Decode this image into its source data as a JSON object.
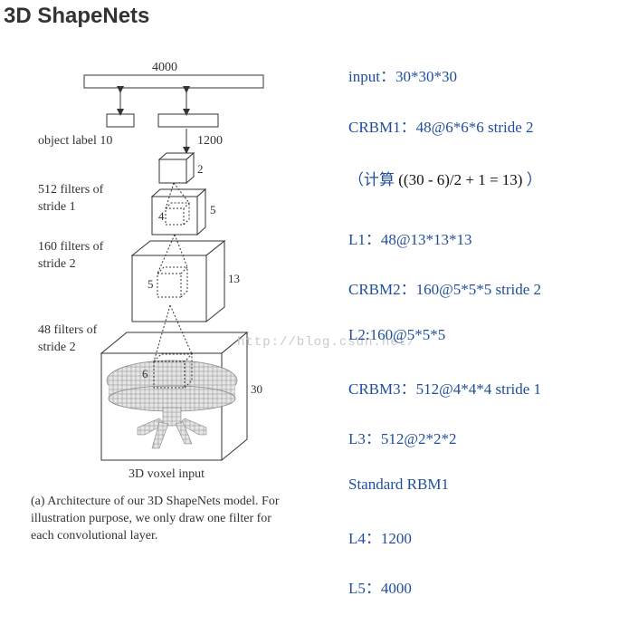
{
  "page": {
    "title": "3D ShapeNets"
  },
  "figure": {
    "labels": {
      "top_units": "4000",
      "hidden_units": "1200",
      "object_label": "object label 10",
      "layer3_filters": "512 filters of",
      "layer3_stride": "stride 1",
      "layer2_filters": "160 filters of",
      "layer2_stride": "stride 2",
      "layer1_filters": "48 filters of",
      "layer1_stride": "stride 2",
      "size_l3": "2",
      "size_l2": "5",
      "size_l2_filter": "4",
      "size_l1": "13",
      "size_l1_filter": "5",
      "size_input": "30",
      "size_input_filter": "6",
      "input_caption": "3D voxel input"
    },
    "caption": "(a) Architecture of our 3D ShapeNets model. For illustration purpose, we only draw one filter for each convolutional layer."
  },
  "notes": {
    "input": "input：30*30*30",
    "crbm1": "CRBM1：48@6*6*6 stride 2",
    "calc_prefix": "（计算",
    "calc_formula": "((30 - 6)/2 + 1 = 13)",
    "calc_suffix": "）",
    "l1": "L1：48@13*13*13",
    "crbm2": "CRBM2：160@5*5*5 stride 2",
    "l2": "L2:160@5*5*5",
    "crbm3": "CRBM3：512@4*4*4 stride 1",
    "l3": "L3：512@2*2*2",
    "rbm": "Standard RBM1",
    "l4": "L4：1200",
    "l5": "L5：4000"
  },
  "watermark": "http://blog.csdn.net/"
}
